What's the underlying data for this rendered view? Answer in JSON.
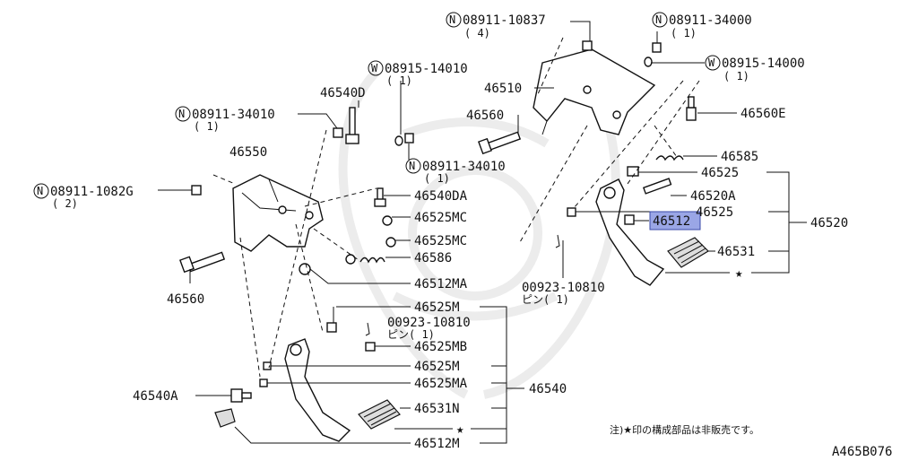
{
  "colors": {
    "line": "#111111",
    "highlight": "#9aa6e6",
    "watermark": "#ececec"
  },
  "labels": {
    "p_08911_10837": "08911-10837",
    "p_08911_10837_qty": "( 4)",
    "p_08911_34000": "08911-34000",
    "p_08911_34000_qty": "( 1)",
    "p_08915_14000": "08915-14000",
    "p_08915_14000_qty": "( 1)",
    "p_46510": "46510",
    "p_46560_top": "46560",
    "p_46560E": "46560E",
    "p_46585": "46585",
    "p_46525_a": "46525",
    "p_46520A": "46520A",
    "p_46525_b": "46525",
    "p_46512": "46512",
    "p_46520": "46520",
    "p_46531": "46531",
    "p_00923_right": "00923-10810",
    "p_00923_right_qty": "ピン( 1)",
    "p_08915_14010": "08915-14010",
    "p_08915_14010_qty": "( 1)",
    "p_46540D": "46540D",
    "p_08911_34010_a": "08911-34010",
    "p_08911_34010_a_qty": "( 1)",
    "p_08911_34010_b": "08911-34010",
    "p_08911_34010_b_qty": "( 1)",
    "p_46550": "46550",
    "p_08911_1082G": "08911-1082G",
    "p_08911_1082G_qty": "( 2)",
    "p_46540DA": "46540DA",
    "p_46525MC_a": "46525MC",
    "p_46525MC_b": "46525MC",
    "p_46586": "46586",
    "p_46560_left": "46560",
    "p_46512MA": "46512MA",
    "p_46525M_a": "46525M",
    "p_00923_left": "00923-10810",
    "p_00923_left_qty": "ピン( 1)",
    "p_46525MB": "46525MB",
    "p_46525M_b": "46525M",
    "p_46525MA": "46525MA",
    "p_46540": "46540",
    "p_46540A": "46540A",
    "p_46531N": "46531N",
    "p_46512M": "46512M"
  },
  "prefix_N": "N",
  "prefix_W": "W",
  "star": "★",
  "note": "注)★印の構成部品は非販売です。",
  "figure_code": "A465B076"
}
